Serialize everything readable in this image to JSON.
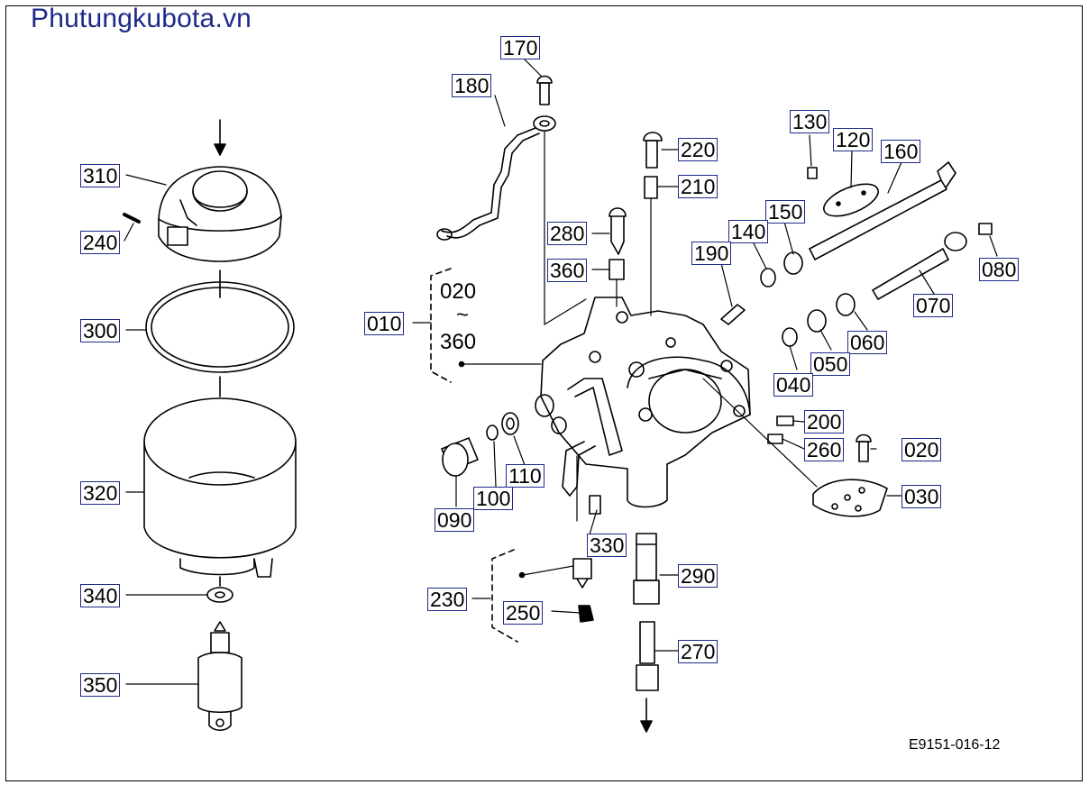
{
  "watermark": "Phutungkubota.vn",
  "drawing_code": "E9151-016-12",
  "group_range": {
    "start": "020",
    "tilde": "~",
    "end": "360"
  },
  "labels": {
    "p010": "010",
    "p020": "020",
    "p030": "030",
    "p040": "040",
    "p050": "050",
    "p060": "060",
    "p070": "070",
    "p080": "080",
    "p090": "090",
    "p100": "100",
    "p110": "110",
    "p120": "120",
    "p130": "130",
    "p140": "140",
    "p150": "150",
    "p160": "160",
    "p170": "170",
    "p180": "180",
    "p190": "190",
    "p200": "200",
    "p210": "210",
    "p220": "220",
    "p230": "230",
    "p240": "240",
    "p250": "250",
    "p260": "260",
    "p270": "270",
    "p280": "280",
    "p290": "290",
    "p300": "300",
    "p310": "310",
    "p320": "320",
    "p330": "330",
    "p340": "340",
    "p350": "350",
    "p360": "360"
  }
}
